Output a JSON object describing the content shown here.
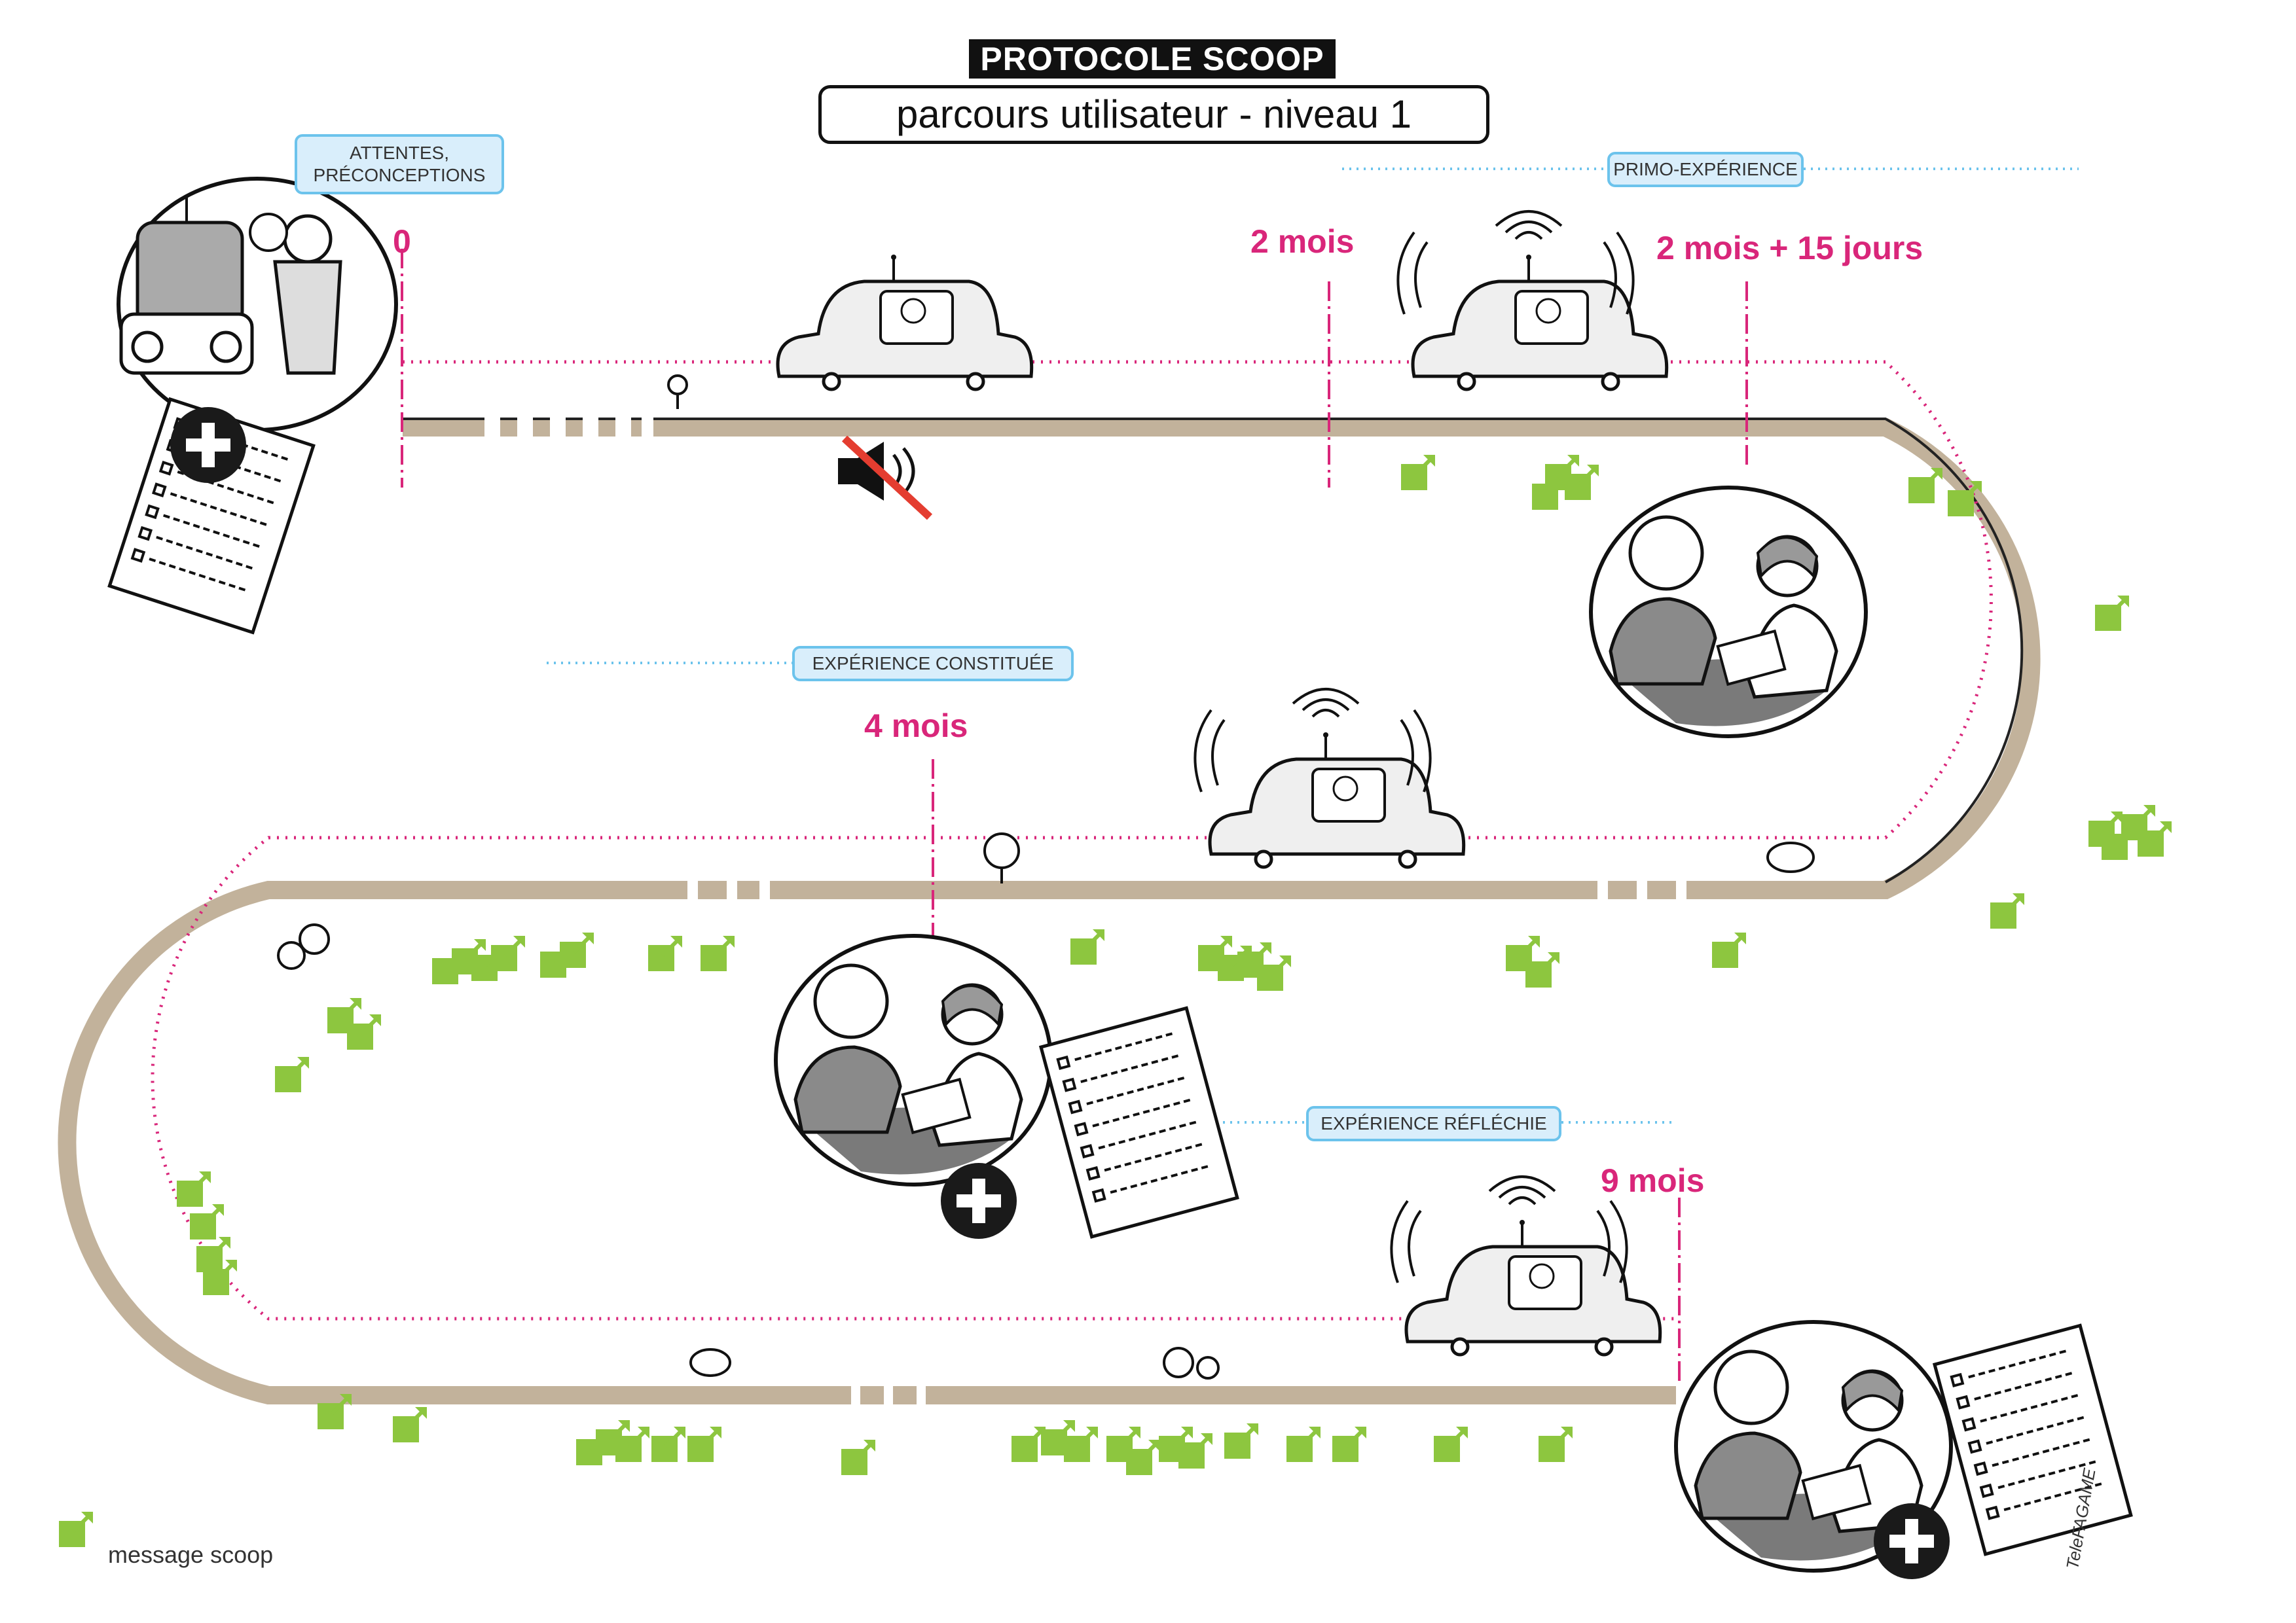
{
  "header": {
    "title": "PROTOCOLE SCOOP",
    "subtitle": "parcours utilisateur - niveau 1"
  },
  "phases": {
    "expectations": "ATTENTES, PRÉCONCEPTIONS",
    "primo": "PRIMO-EXPÉRIENCE",
    "constituted": "EXPÉRIENCE CONSTITUÉE",
    "reflected": "EXPÉRIENCE RÉFLÉCHIE"
  },
  "timeline": {
    "t0": "0",
    "t1": "2 mois",
    "t2": "2 mois + 15 jours",
    "t3": "4 mois",
    "t4": "9 mois"
  },
  "legend": {
    "label": "message scoop"
  },
  "signature": "TeleFAGAME",
  "colors": {
    "road": "#c2b29b",
    "timeline_pink": "#d9267a",
    "message_green": "#8dc63f",
    "phase_blue_border": "#6cc3ec",
    "phase_blue_fill": "#d9eefb",
    "mute_red": "#e43d30"
  },
  "icons": [
    "car-icon",
    "robot-car-icon",
    "mute-speaker-icon",
    "plus-icon",
    "questionnaire-icon",
    "interview-icon",
    "message-scoop-icon"
  ]
}
